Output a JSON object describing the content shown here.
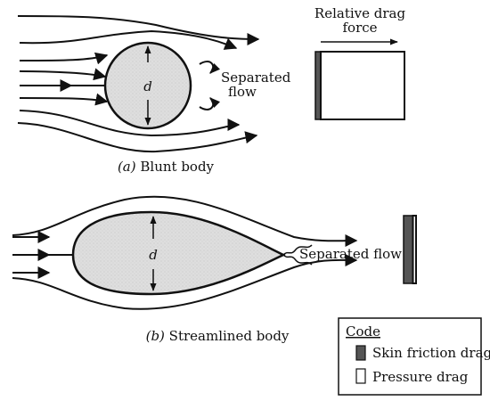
{
  "figure": {
    "relative_drag_title_line1": "Relative drag",
    "relative_drag_title_line2": "force",
    "blunt": {
      "dimension_label": "d",
      "separated_line1": "Separated",
      "separated_line2": "flow",
      "caption_letter": "(a)",
      "caption_text": " Blunt body",
      "skin_friction_fraction": 0.06,
      "pressure_fraction": 0.94
    },
    "streamlined": {
      "dimension_label": "d",
      "separated_label": "Separated flow",
      "caption_letter": "(b)",
      "caption_text": " Streamlined body",
      "skin_friction_fraction": 0.75,
      "pressure_fraction": 0.25
    },
    "legend": {
      "title": "Code",
      "skin_friction_label": "Skin friction drag",
      "pressure_label": "Pressure drag"
    },
    "colors": {
      "body_fill": "#dedede",
      "ink": "#111111",
      "skin_friction": "#555555",
      "pressure": "#ffffff"
    }
  }
}
